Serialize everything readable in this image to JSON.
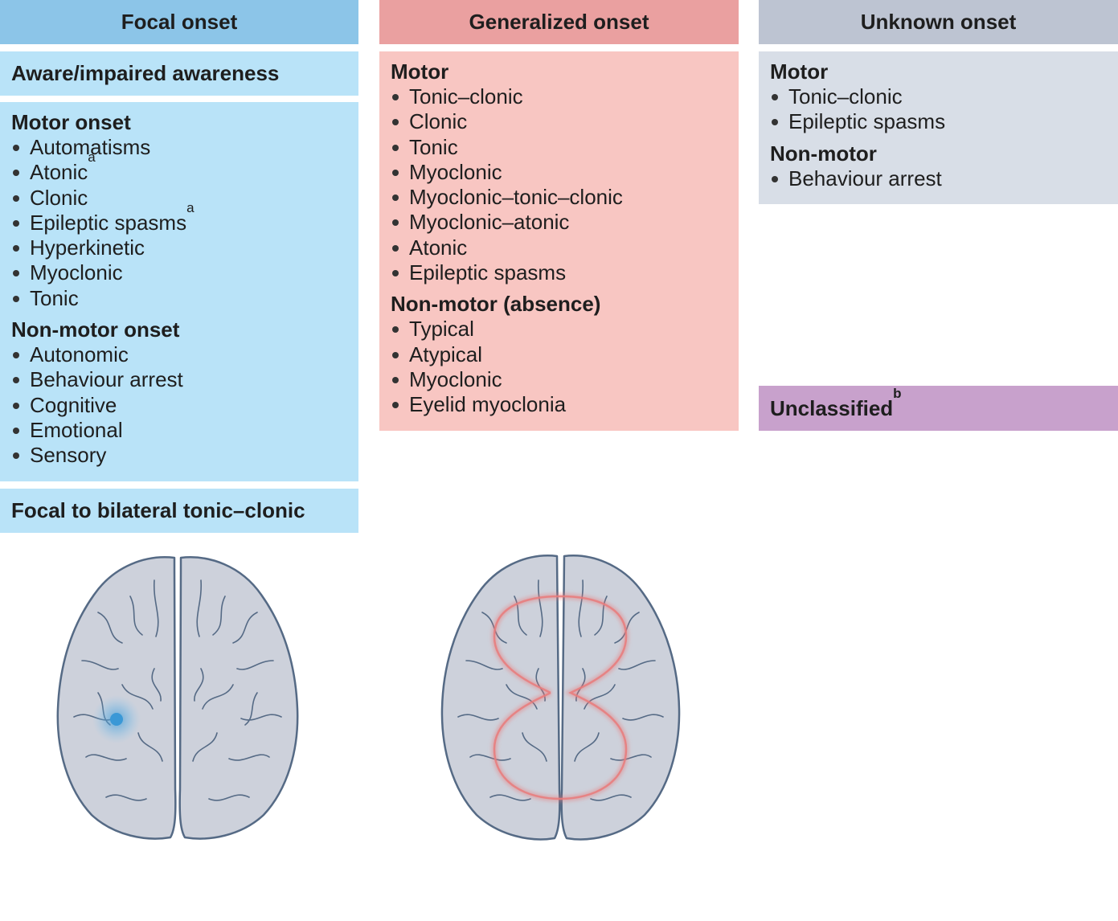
{
  "colors": {
    "focal_header": "#8cc5e8",
    "focal_box": "#b9e3f8",
    "generalized_header": "#eaa0a0",
    "generalized_box": "#f8c6c2",
    "unknown_header": "#bdc4d2",
    "unknown_box": "#d8dee7",
    "unclassified_box": "#c8a1cc",
    "brain_fill": "#cdd1db",
    "brain_stroke": "#556a85",
    "focal_dot": "#3a98d6",
    "generalized_ring": "#e97b7b"
  },
  "focal": {
    "header": "Focal onset",
    "awareness": "Aware/impaired awareness",
    "motor_title": "Motor onset",
    "motor_items": [
      {
        "text": "Automatisms",
        "sup": ""
      },
      {
        "text": "Atonic",
        "sup": "a"
      },
      {
        "text": "Clonic",
        "sup": ""
      },
      {
        "text": "Epileptic spasms",
        "sup": "a"
      },
      {
        "text": "Hyperkinetic",
        "sup": ""
      },
      {
        "text": "Myoclonic",
        "sup": ""
      },
      {
        "text": "Tonic",
        "sup": ""
      }
    ],
    "nonmotor_title": "Non-motor onset",
    "nonmotor_items": [
      "Autonomic",
      "Behaviour arrest",
      "Cognitive",
      "Emotional",
      "Sensory"
    ],
    "bilateral": "Focal to bilateral tonic–clonic"
  },
  "generalized": {
    "header": "Generalized onset",
    "motor_title": "Motor",
    "motor_items": [
      "Tonic–clonic",
      "Clonic",
      "Tonic",
      "Myoclonic",
      "Myoclonic–tonic–clonic",
      "Myoclonic–atonic",
      "Atonic",
      "Epileptic spasms"
    ],
    "nonmotor_title": "Non-motor (absence)",
    "nonmotor_items": [
      "Typical",
      "Atypical",
      "Myoclonic",
      "Eyelid myoclonia"
    ]
  },
  "unknown": {
    "header": "Unknown onset",
    "motor_title": "Motor",
    "motor_items": [
      "Tonic–clonic",
      "Epileptic spasms"
    ],
    "nonmotor_title": "Non-motor",
    "nonmotor_items": [
      "Behaviour arrest"
    ]
  },
  "unclassified": {
    "label": "Unclassified",
    "sup": "b"
  },
  "icons": {
    "focal_brain": "brain-top-view-focal-icon",
    "generalized_brain": "brain-top-view-generalized-icon"
  }
}
